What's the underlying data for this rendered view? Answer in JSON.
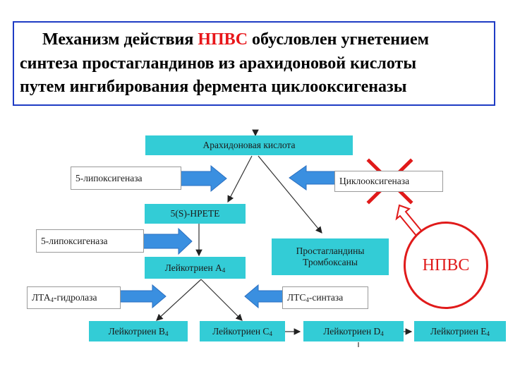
{
  "title": {
    "part1": "Механизм действия ",
    "highlight": "НПВС",
    "part2": " обусловлен угнетением",
    "line2": "синтеза простагландинов из арахидоновой кислоты",
    "line3": "путем ингибирования фермента циклооксигеназы"
  },
  "nodes": {
    "arachidonic": "Арахидоновая кислота",
    "lipox1": "5-липоксигеназа",
    "cox": "Циклооксигеназа",
    "hpete": "5(S)-HPETE",
    "lipox2": "5-липоксигеназа",
    "prostaglandins_line1": "Простагландины",
    "prostaglandins_line2": "Тромбоксаны",
    "lta4": "Лейкотриен А",
    "lta4_sub": "4",
    "lta4_hydrolase": "ЛТА",
    "lta4_hydrolase_sub": "4",
    "lta4_hydrolase_suffix": "-гидролаза",
    "ltc4_synthase": "ЛТС",
    "ltc4_synthase_sub": "4",
    "ltc4_synthase_suffix": "-синтаза",
    "ltb4": "Лейкотриен В",
    "ltb4_sub": "4",
    "ltc4": "Лейкотриен С",
    "ltc4_sub": "4",
    "ltd4": "Лейкотриен D",
    "ltd4_sub": "4",
    "lte4": "Лейкотриен Е",
    "lte4_sub": "4"
  },
  "nsaid_label": "НПВС",
  "colors": {
    "box_fill": "#33ccd6",
    "arrow_fill": "#3a8fe0",
    "accent_red": "#e01a1a",
    "header_border": "#1f3cc4"
  },
  "icons": {
    "inhibition": "red-cross-icon",
    "action": "hollow-up-arrow-icon"
  }
}
